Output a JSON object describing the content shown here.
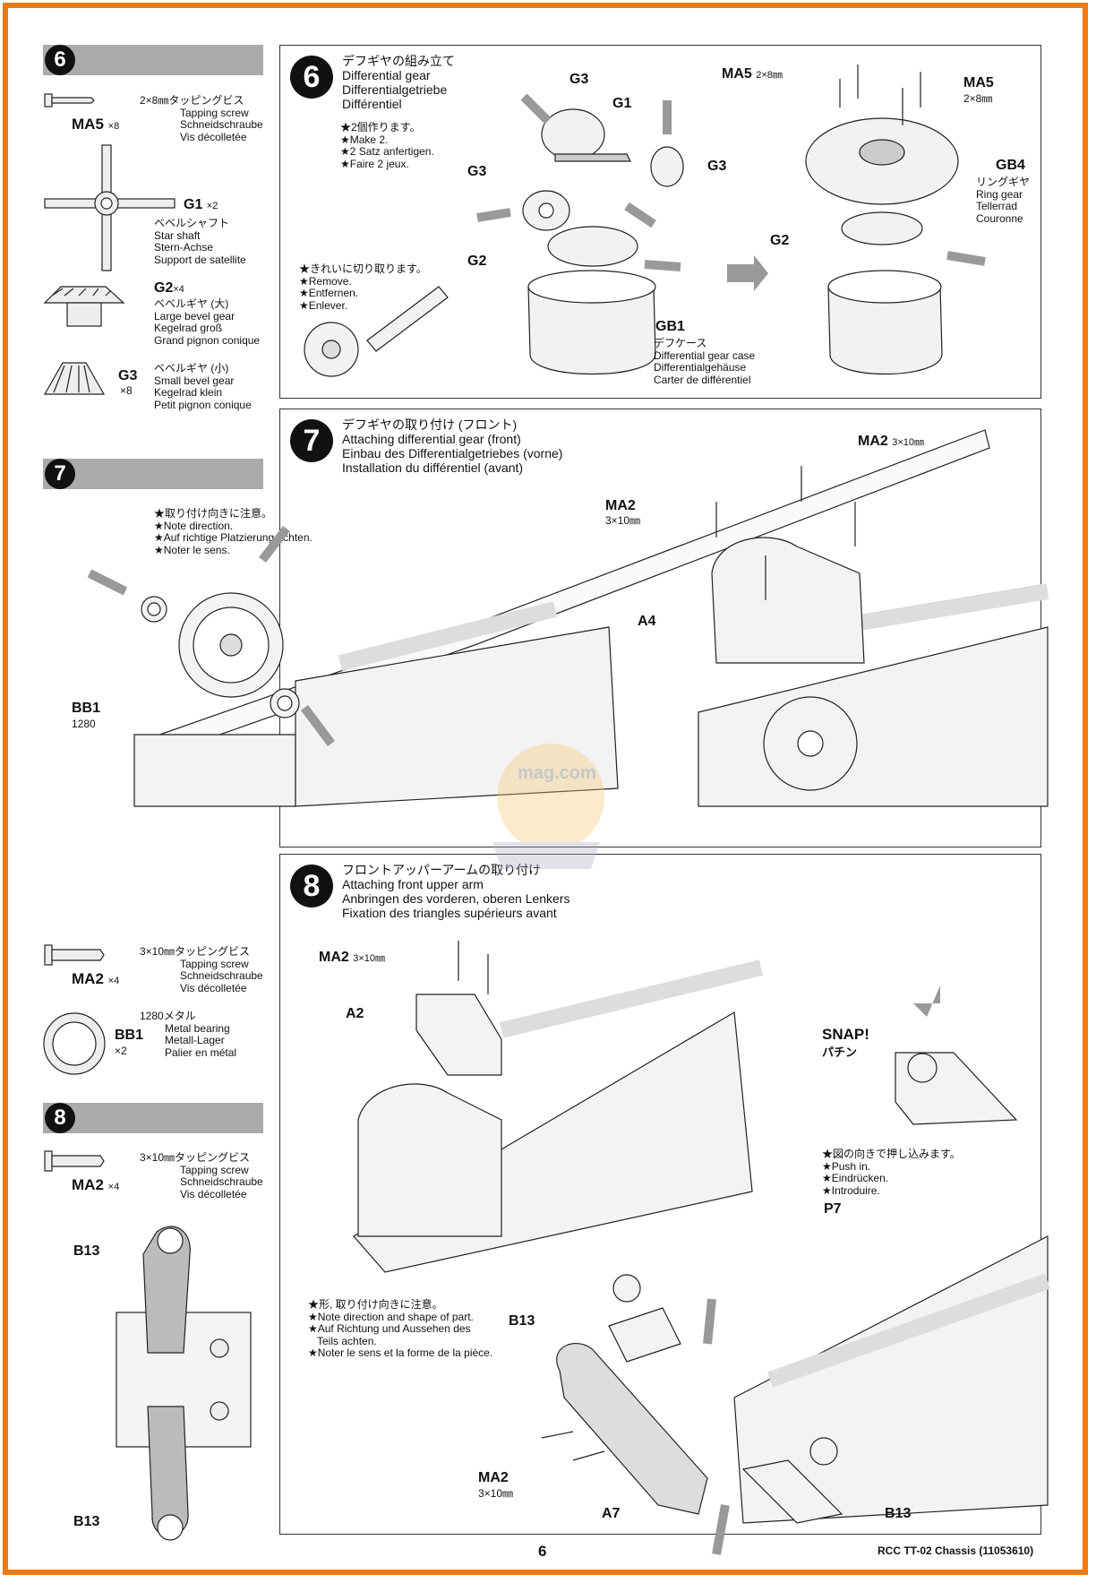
{
  "page": {
    "number": "6",
    "product": "RCC TT-02 Chassis (11053610)"
  },
  "sidebar": {
    "step6": {
      "num": "6"
    },
    "ma5": {
      "label": "MA5",
      "qty": "×8",
      "size_jp": "2×8㎜タッピングビス",
      "en": "Tapping screw",
      "de": "Schneidschraube",
      "fr": "Vis décolletée"
    },
    "g1": {
      "label": "G1",
      "qty": "×2",
      "jp": "ベベルシャフト",
      "en": "Star shaft",
      "de": "Stern-Achse",
      "fr": "Support de satellite"
    },
    "g2": {
      "label": "G2",
      "qty": "×4",
      "jp": "ベベルギヤ (大)",
      "en": "Large bevel gear",
      "de": "Kegelrad groß",
      "fr": "Grand pignon conique"
    },
    "g3": {
      "label": "G3",
      "qty": "×8",
      "jp": "ベベルギヤ (小)",
      "en": "Small bevel gear",
      "de": "Kegelrad klein",
      "fr": "Petit pignon conique"
    },
    "step7": {
      "num": "7"
    },
    "note7": {
      "jp": "★取り付け向きに注意。",
      "en": "★Note direction.",
      "de": "★Auf richtige Platzierung achten.",
      "fr": "★Noter le sens."
    },
    "bb1_lbl": "BB1",
    "bb1_code": "1280",
    "ma2a": {
      "label": "MA2",
      "qty": "×4",
      "size_jp": "3×10㎜タッピングビス",
      "en": "Tapping screw",
      "de": "Schneidschraube",
      "fr": "Vis décolletée"
    },
    "bb1": {
      "label": "BB1",
      "qty": "×2",
      "jp": "1280メタル",
      "en": "Metal bearing",
      "de": "Metall-Lager",
      "fr": "Palier en métal"
    },
    "step8": {
      "num": "8"
    },
    "ma2b": {
      "label": "MA2",
      "qty": "×4",
      "size_jp": "3×10㎜タッピングビス",
      "en": "Tapping screw",
      "de": "Schneidschraube",
      "fr": "Vis décolletée"
    },
    "b13_top": "B13",
    "b13_bottom": "B13"
  },
  "step6": {
    "num": "6",
    "title_jp": "デフギヤの組み立て",
    "title_en": "Differential gear",
    "title_de": "Differentialgetriebe",
    "title_fr": "Différentiel",
    "make_jp": "★2個作ります。",
    "make_en": "★Make 2.",
    "make_de": "★2 Satz anfertigen.",
    "make_fr": "★Faire 2 jeux.",
    "cut_jp": "★きれいに切り取ります。",
    "cut_en": "★Remove.",
    "cut_de": "★Entfernen.",
    "cut_fr": "★Enlever.",
    "g3a": "G3",
    "g1": "G1",
    "g3b": "G3",
    "g3c": "G3",
    "g2": "G2",
    "gb1": {
      "label": "GB1",
      "jp": "デフケース",
      "en": "Differential gear case",
      "de": "Differentialgehäuse",
      "fr": "Carter de différentiel"
    },
    "ma5_left": "MA5",
    "ma5_left_size": "2×8㎜",
    "ma5_right": "MA5",
    "ma5_right_size": "2×8㎜",
    "gb4": {
      "label": "GB4",
      "jp": "リングギヤ",
      "en": "Ring gear",
      "de": "Tellerrad",
      "fr": "Couronne"
    },
    "g2b": "G2"
  },
  "step7": {
    "num": "7",
    "title_jp": "デフギヤの取り付け (フロント)",
    "title_en": "Attaching differential gear (front)",
    "title_de": "Einbau des Differentialgetriebes (vorne)",
    "title_fr": "Installation du différentiel (avant)",
    "ma2_top": "MA2",
    "ma2_top_size": "3×10㎜",
    "ma2_left": "MA2",
    "ma2_left_size": "3×10㎜",
    "a4": "A4"
  },
  "step8": {
    "num": "8",
    "title_jp": "フロントアッパーアームの取り付け",
    "title_en": "Attaching front upper arm",
    "title_de": "Anbringen des vorderen, oberen Lenkers",
    "title_fr": "Fixation des triangles supérieurs avant",
    "ma2": "MA2",
    "ma2_size": "3×10㎜",
    "a2": "A2",
    "snap_en": "SNAP!",
    "snap_jp": "パチン",
    "push_jp": "★図の向きで押し込みます。",
    "push_en": "★Push in.",
    "push_de": "★Eindrücken.",
    "push_fr": "★Introduire.",
    "p7": "P7",
    "b13a": "B13",
    "shape_jp": "★形, 取り付け向きに注意。",
    "shape_en": "★Note direction and shape of part.",
    "shape_de1": "★Auf Richtung und Aussehen des",
    "shape_de2": "Teils achten.",
    "shape_fr": "★Noter le sens et la forme de la pièce.",
    "ma2b": "MA2",
    "ma2b_size": "3×10㎜",
    "a7": "A7",
    "b13b": "B13"
  },
  "watermark": "mag.com"
}
